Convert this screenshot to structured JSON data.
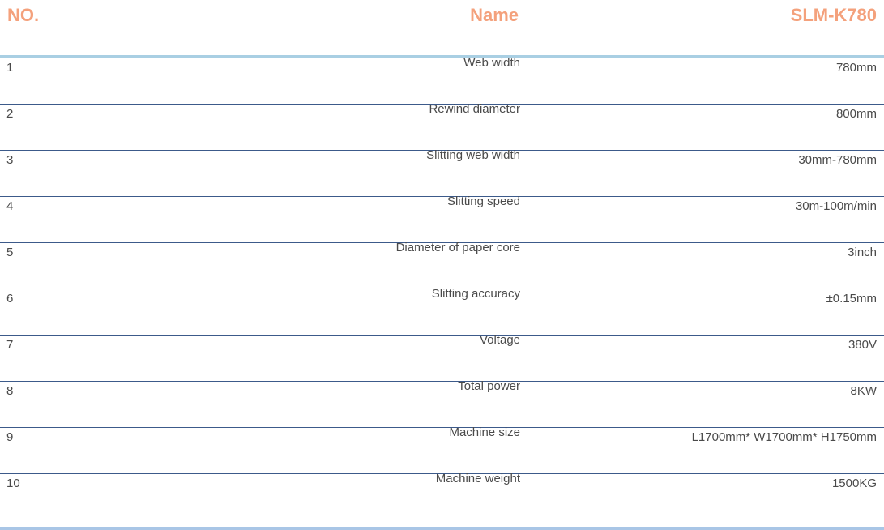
{
  "header": {
    "no": "NO.",
    "name": "Name",
    "model": "SLM-K780"
  },
  "rows": [
    {
      "no": "1",
      "name": "Web width",
      "value": "780mm"
    },
    {
      "no": "2",
      "name": "Rewind diameter",
      "value": "800mm"
    },
    {
      "no": "3",
      "name": "Slitting web width",
      "value": "30mm-780mm"
    },
    {
      "no": "4",
      "name": "Slitting speed",
      "value": "30m-100m/min"
    },
    {
      "no": "5",
      "name": "Diameter of paper core",
      "value": "3inch"
    },
    {
      "no": "6",
      "name": "Slitting accuracy",
      "value": "±0.15mm"
    },
    {
      "no": "7",
      "name": "Voltage",
      "value": "380V"
    },
    {
      "no": "8",
      "name": "Total power",
      "value": "8KW"
    },
    {
      "no": "9",
      "name": "Machine size",
      "value": "L1700mm* W1700mm* H1750mm"
    },
    {
      "no": "10",
      "name": "Machine weight",
      "value": "1500KG"
    }
  ],
  "colors": {
    "header_text": "#f4a17c",
    "header_rule": "#a9cfe3",
    "row_rule": "#3c5a8a",
    "body_text": "#4a4a4a"
  }
}
